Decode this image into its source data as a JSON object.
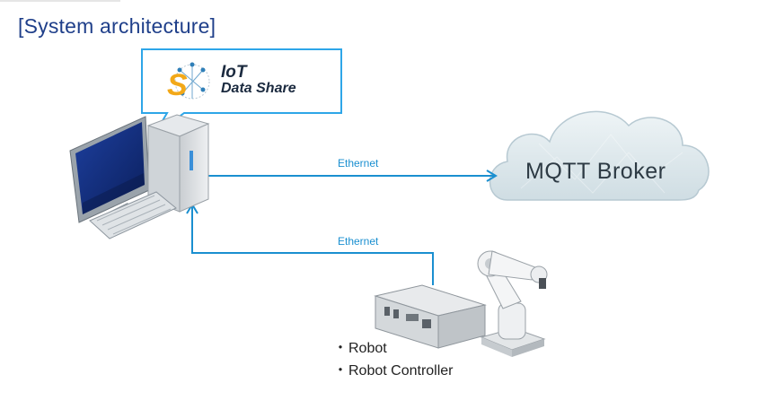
{
  "title": "[System architecture]",
  "logo": {
    "line1": "IoT",
    "line2": "Data Share"
  },
  "connections": {
    "top_label": "Ethernet",
    "bottom_label": "Ethernet"
  },
  "broker": {
    "label": "MQTT Broker"
  },
  "devices": [
    {
      "bullet": "・",
      "label": "Robot"
    },
    {
      "bullet": "・",
      "label": "Robot Controller"
    }
  ],
  "colors": {
    "title": "#1f3f8a",
    "link": "#1a8fd0",
    "bubble_border": "#2ea6e8",
    "cloud": "#d6e3e8"
  }
}
